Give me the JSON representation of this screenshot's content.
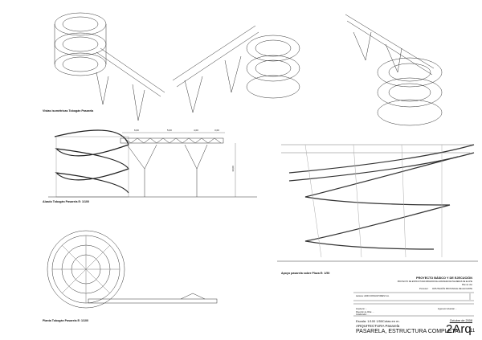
{
  "labels": {
    "isometric": "Vistas isométricas Tobogán Pasarela",
    "elevation": "Alzado Tobogán Pasarela E: 1/100",
    "plan": "Planta Tobogán Pasarela E: 1/100",
    "support": "Apoyo pasarela sobre Plaza E: 1/50"
  },
  "dimensions": [
    "6,00",
    "5,00",
    "4,00",
    "3,00"
  ],
  "height_dimension": "10,00",
  "title_block": {
    "project": "PROYECTO BÁSICO Y DE EJECUCIÓN",
    "project_sub": "PROYECTO DE ESTRUCTURA MIRADOR DE ALBUFERA DE PALMERAS DE ELCHE",
    "project_sub2": "Plan de Uso",
    "promoter_label": "Promotor:",
    "promoter": "DIPUTACIÓN PROVINCIAL DE ALICANTE",
    "author": "Autores: ADD CONSULTORES S.A.",
    "architect": "Arquitecto: ...",
    "engineer": "Ingeniero Industrial: ...",
    "collab1": "Dirección de Obra: ...",
    "collab2": "Colaborador: ...",
    "scale": "Escala: 1/100 1/50",
    "units": "Cotas en m.",
    "date": "Octubre de 2008",
    "discipline": "ARQUITECTURA Pasarela",
    "sheet_title": "PASARELA, ESTRUCTURA COMPLETA",
    "code": "2Arq",
    "number": "11"
  }
}
